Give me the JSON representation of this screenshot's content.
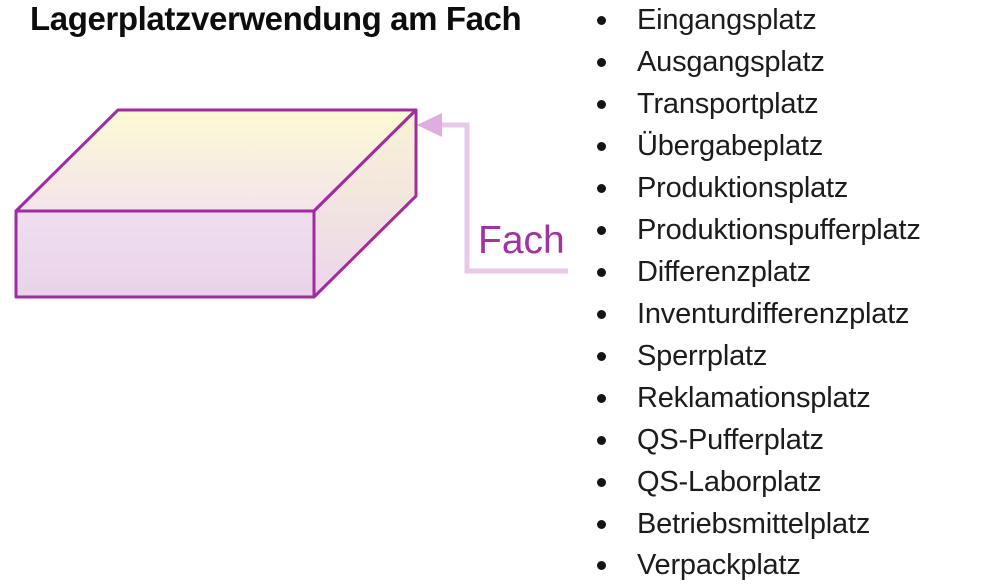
{
  "title": "Lagerplatzverwendung am Fach",
  "diagram": {
    "label": "Fach",
    "colors": {
      "outline": "#A12C9F",
      "label_color": "#A233A2",
      "connector": "#E7C9E7",
      "arrowhead": "#DFAEDF",
      "top_face_top": "#FCFAD4",
      "top_face_bottom": "#F4E4EC",
      "front_face_top": "#F0DEEF",
      "front_face_bottom": "#E9D3EA",
      "right_face_top": "#F9F4D4",
      "right_face_bottom": "#EBD5EB"
    }
  },
  "list": {
    "items": [
      "Eingangsplatz",
      "Ausgangsplatz",
      "Transportplatz",
      "Übergabeplatz",
      "Produktionsplatz",
      "Produktionspufferplatz",
      "Differenzplatz",
      "Inventurdifferenzplatz",
      "Sperrplatz",
      "Reklamationsplatz",
      "QS-Pufferplatz",
      "QS-Laborplatz",
      "Betriebsmittelplatz",
      "Verpackplatz"
    ]
  }
}
